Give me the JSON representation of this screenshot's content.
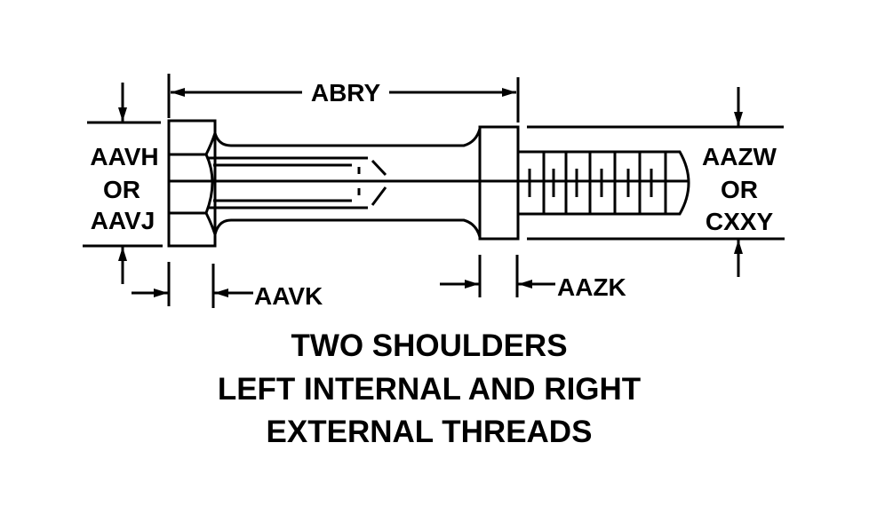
{
  "dimensions": {
    "overall_length": "ABRY",
    "left_diameter_line1": "AAVH",
    "left_diameter_or": "OR",
    "left_diameter_line2": "AAVJ",
    "right_diameter_line1": "AAZW",
    "right_diameter_or": "OR",
    "right_diameter_line2": "CXXY",
    "left_shoulder_length": "AAVK",
    "right_shoulder_length": "AAZK"
  },
  "caption": {
    "line1": "TWO SHOULDERS",
    "line2": "LEFT INTERNAL AND RIGHT",
    "line3": "EXTERNAL THREADS"
  },
  "colors": {
    "ink": "#000000",
    "background": "#ffffff"
  }
}
